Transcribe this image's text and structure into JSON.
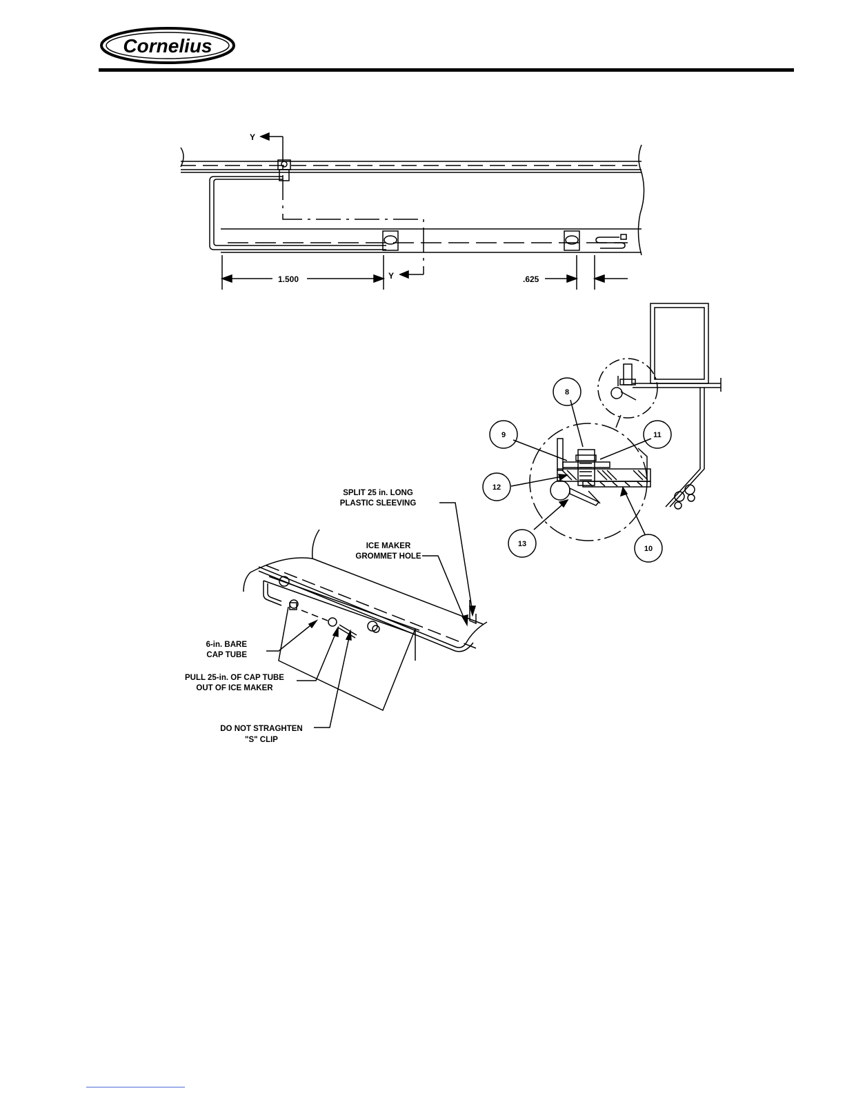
{
  "header": {
    "logo_text": "Cornelius"
  },
  "top_view": {
    "section_label_top": "Y",
    "section_label_bottom": "Y",
    "dim_left": "1.500",
    "dim_right": ".625"
  },
  "callouts": [
    "8",
    "9",
    "10",
    "11",
    "12",
    "13"
  ],
  "labels": {
    "split_sleeving": [
      "SPLIT 25 in. LONG",
      "PLASTIC SLEEVING"
    ],
    "grommet_hole": [
      "ICE MAKER",
      "GROMMET HOLE"
    ],
    "bare_cap_tube": [
      "6-in. BARE",
      "CAP TUBE"
    ],
    "pull_cap_tube": [
      "PULL 25-in. OF CAP TUBE",
      "OUT OF ICE MAKER"
    ],
    "s_clip": [
      "DO NOT STRAGHTEN",
      "\"S\" CLIP"
    ]
  }
}
